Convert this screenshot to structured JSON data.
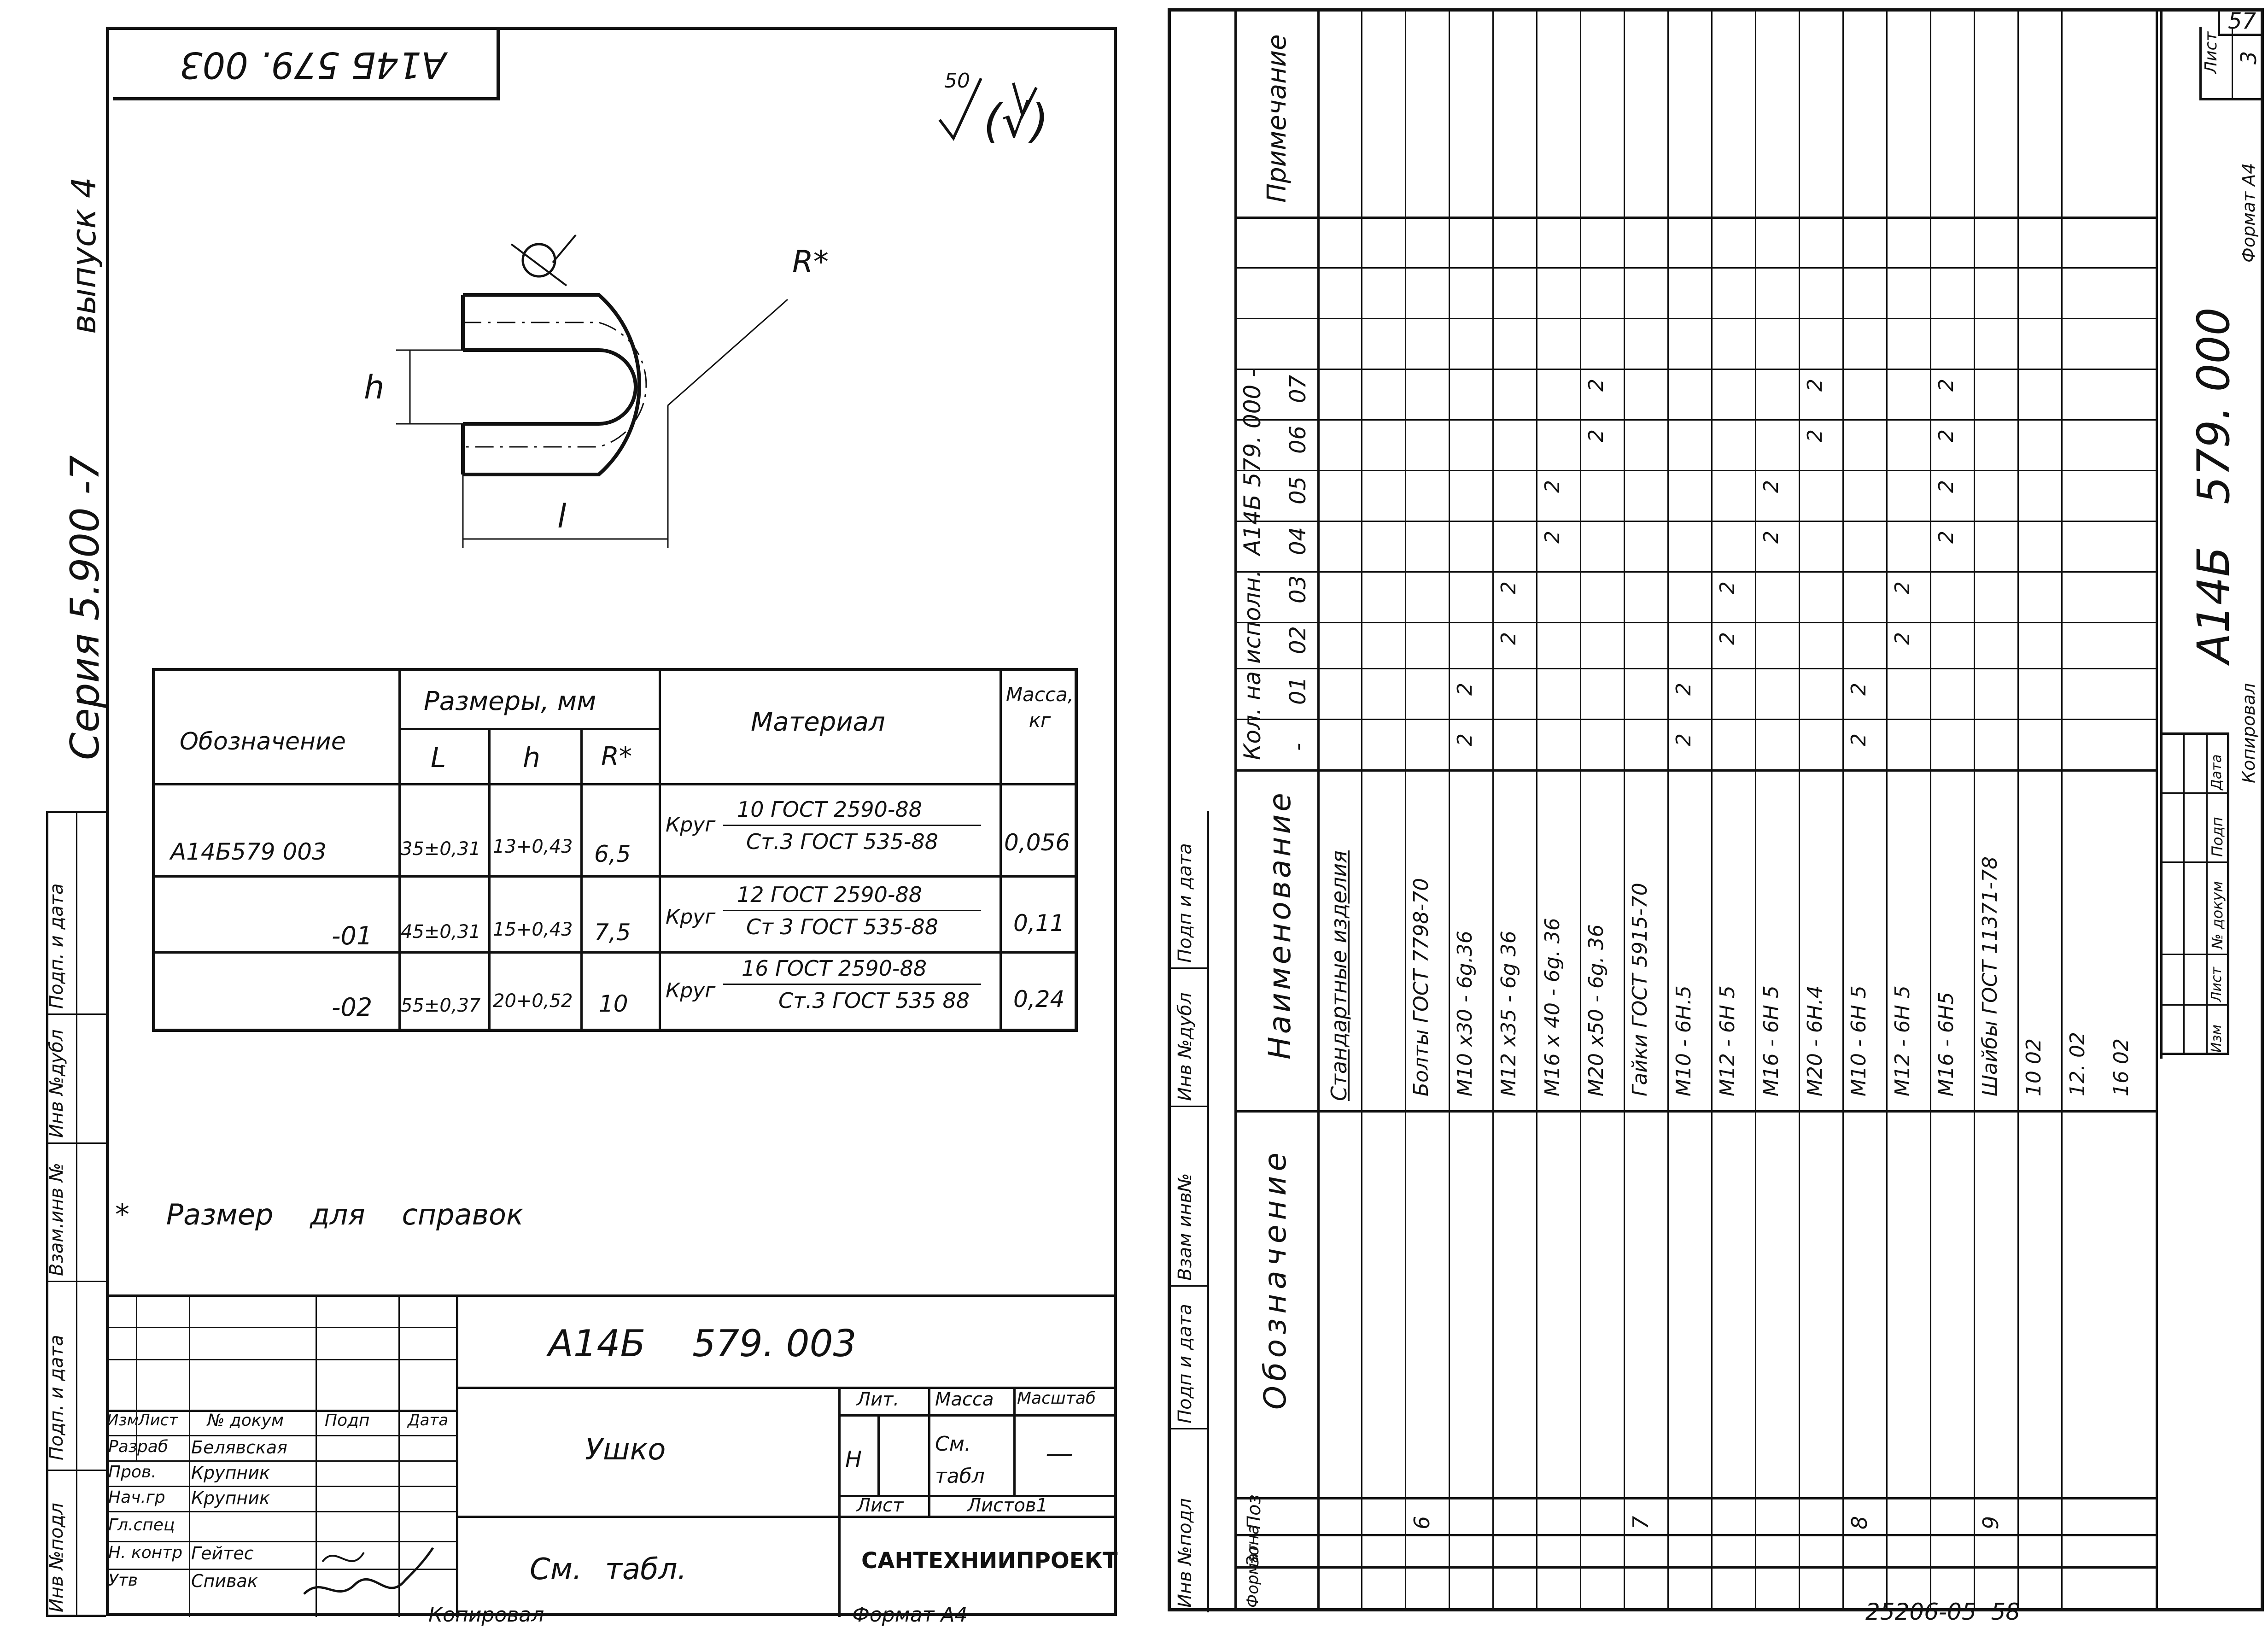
{
  "left_sheet": {
    "rotated_code": "А14Б   579. 003",
    "surface_finish": "50",
    "surface_finish_paren": "(√)",
    "side_series": "Серия 5.900 -7",
    "side_issue": "выпуск 4",
    "labels": {
      "h": "h",
      "l": "l",
      "r": "R*"
    },
    "table": {
      "header_designation": "Обозначение",
      "header_dims": "Размеры, мм",
      "header_l": "L",
      "header_h": "h",
      "header_r": "R*",
      "header_material": "Материал",
      "header_mass": "Масса, кг",
      "rows": [
        {
          "designation": "А14Б579 003",
          "l": "35±0,31",
          "h": "13+0,43",
          "r": "6,5",
          "mat_prefix": "Круг",
          "mat_top": "10  ГОСТ 2590-88",
          "mat_bottom": "Ст.3   ГОСТ 535-88",
          "mass": "0,056"
        },
        {
          "designation": "-01",
          "l": "45±0,31",
          "h": "15+0,43",
          "r": "7,5",
          "mat_prefix": "Круг",
          "mat_top": "12  ГОСТ 2590-88",
          "mat_bottom": "Ст 3  ГОСТ 535-88",
          "mass": "0,11"
        },
        {
          "designation": "-02",
          "l": "55±0,37",
          "h": "20+0,52",
          "r": "10",
          "mat_prefix": "Круг",
          "mat_top": "16  ГОСТ 2590-88",
          "mat_bottom": "Ст.3 ГОСТ 535 88",
          "mass": "0,24"
        }
      ]
    },
    "note": "* Размер для справок",
    "left_strip": [
      "Инв №подл",
      "Подп. и дата",
      "Взам.инв №",
      "Инв №дубл",
      "Подп. и дата"
    ],
    "title_block": {
      "code": "А14Б    579. 003",
      "name": "Ушко",
      "material": "См. табл.",
      "lit_label": "Лит.",
      "mass_label": "Масса",
      "scale_label": "Масштаб",
      "lit_value": "Н",
      "mass_value": "См. табл",
      "scale_value": "—",
      "sheet_label": "Лист",
      "sheets_label": "Листов1",
      "org": "САНТЕХНИИПРОЕКТ",
      "col_headers": [
        "Изм",
        "Лист",
        "№ докум",
        "Подп",
        "Дата"
      ],
      "roles": [
        {
          "role": "Разраб",
          "name": "Белявская"
        },
        {
          "role": "Пров.",
          "name": "Крупник"
        },
        {
          "role": "Нач.гр",
          "name": "Крупник"
        },
        {
          "role": "Гл.спец",
          "name": ""
        },
        {
          "role": "Н. контр",
          "name": "Гейтес"
        },
        {
          "role": "Утв",
          "name": "Спивак"
        }
      ]
    },
    "footer_copied": "Копировал",
    "footer_format": "Формат А4"
  },
  "right_sheet": {
    "corner_number": "57",
    "left_strip": [
      "Инв №подл",
      "Подп и дата",
      "Взам инв№",
      "Инв №дубл",
      "Подп и дата"
    ],
    "col_format": "Формат",
    "col_zone": "Зона",
    "col_pos": "Поз",
    "col_designation": "Обозначение",
    "col_name": "Наименование",
    "col_qty": "Кол. на исполн.  А14Б 579. 000 -",
    "col_note": "Примечание",
    "variants": [
      "-",
      "01",
      "02",
      "03",
      "04",
      "05",
      "06",
      "07"
    ],
    "section": "Стандартные изделия",
    "rows": [
      {
        "pos": "6",
        "name": "Болты ГОСТ 7798-70",
        "q": [
          "",
          "",
          "",
          "",
          "",
          "",
          "",
          ""
        ]
      },
      {
        "pos": "",
        "name": "М10 х30 - 6g.36",
        "q": [
          "2",
          "2",
          "",
          "",
          "",
          "",
          "",
          ""
        ]
      },
      {
        "pos": "",
        "name": "М12 х35 - 6g 36",
        "q": [
          "",
          "",
          "2",
          "2",
          "",
          "",
          "",
          ""
        ]
      },
      {
        "pos": "",
        "name": "М16 х 40 - 6g. 36",
        "q": [
          "",
          "",
          "",
          "",
          "2",
          "2",
          "",
          ""
        ]
      },
      {
        "pos": "",
        "name": "М20 х50 - 6g. 36",
        "q": [
          "",
          "",
          "",
          "",
          "",
          "",
          "2",
          "2"
        ]
      },
      {
        "pos": "7",
        "name": "Гайки ГОСТ 5915-70",
        "q": [
          "",
          "",
          "",
          "",
          "",
          "",
          "",
          ""
        ]
      },
      {
        "pos": "",
        "name": "М10 - 6Н.5",
        "q": [
          "2",
          "2",
          "",
          "",
          "",
          "",
          "",
          ""
        ]
      },
      {
        "pos": "",
        "name": "М12 - 6Н 5",
        "q": [
          "",
          "",
          "2",
          "2",
          "",
          "",
          "",
          ""
        ]
      },
      {
        "pos": "",
        "name": "М16 - 6Н 5",
        "q": [
          "",
          "",
          "",
          "",
          "2",
          "2",
          "",
          ""
        ]
      },
      {
        "pos": "",
        "name": "М20 - 6Н.4",
        "q": [
          "",
          "",
          "",
          "",
          "",
          "",
          "2",
          "2"
        ]
      },
      {
        "pos": "8",
        "name": "М10 - 6Н 5",
        "q": [
          "2",
          "2",
          "",
          "",
          "",
          "",
          "",
          ""
        ]
      },
      {
        "pos": "",
        "name": "М12 - 6Н 5",
        "q": [
          "",
          "",
          "2",
          "2",
          "",
          "",
          "",
          ""
        ]
      },
      {
        "pos": "",
        "name": "М16 - 6Н5",
        "q": [
          "",
          "",
          "",
          "",
          "2",
          "2",
          "2",
          "2"
        ]
      },
      {
        "pos": "9",
        "name": "Шайбы ГОСТ 11371-78",
        "q": [
          "",
          "",
          "",
          "",
          "",
          "",
          "",
          ""
        ]
      },
      {
        "pos": "",
        "name": "10 02",
        "q": [
          "",
          "",
          "",
          "",
          "",
          "",
          "",
          ""
        ]
      },
      {
        "pos": "",
        "name": "12. 02",
        "q": [
          "",
          "",
          "",
          "",
          "",
          "",
          "",
          ""
        ]
      },
      {
        "pos": "",
        "name": "16 02",
        "q": [
          "",
          "",
          "",
          "",
          "",
          "",
          "",
          ""
        ]
      }
    ],
    "title_code": "А14Б   579. 000",
    "sheet_label": "Лист",
    "sheet_value": "3",
    "stamp_headers": [
      "Изм",
      "Лист",
      "№ докум",
      "Подп",
      "Дата"
    ],
    "copied": "Копировал",
    "format": "Формат А4",
    "bottom_number": "25206-05  58"
  }
}
